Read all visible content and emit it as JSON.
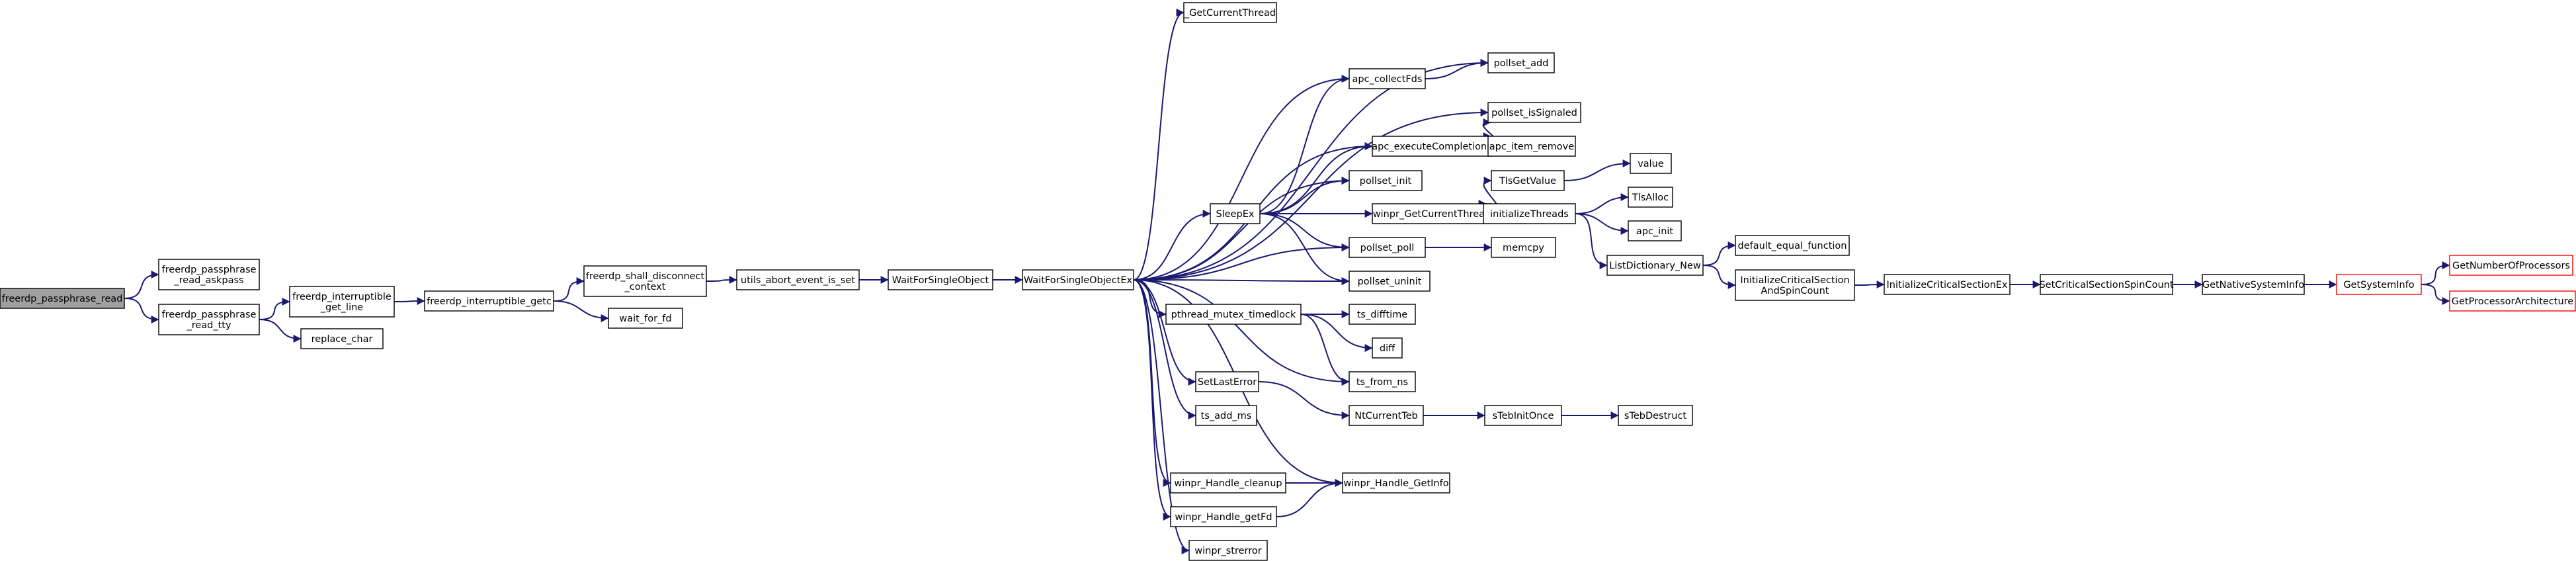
{
  "colors": {
    "edge": "#191970",
    "node_border": "#000000",
    "node_fill": "#ffffff",
    "root_fill": "#a0a0a0",
    "truncated_border": "#ff0000"
  },
  "nodes": {
    "n_read": {
      "lines": [
        "freerdp_passphrase_read"
      ],
      "kind": "root"
    },
    "n_askpass": {
      "lines": [
        "freerdp_passphrase",
        "_read_askpass"
      ]
    },
    "n_tty": {
      "lines": [
        "freerdp_passphrase",
        "_read_tty"
      ]
    },
    "n_getline": {
      "lines": [
        "freerdp_interruptible",
        "_get_line"
      ]
    },
    "n_replace": {
      "lines": [
        "replace_char"
      ]
    },
    "n_getc": {
      "lines": [
        "freerdp_interruptible_getc"
      ]
    },
    "n_shall": {
      "lines": [
        "freerdp_shall_disconnect",
        "_context"
      ]
    },
    "n_waitfd": {
      "lines": [
        "wait_for_fd"
      ]
    },
    "n_abort": {
      "lines": [
        "utils_abort_event_is_set"
      ]
    },
    "n_wso": {
      "lines": [
        "WaitForSingleObject"
      ]
    },
    "n_wsoex": {
      "lines": [
        "WaitForSingleObjectEx"
      ]
    },
    "n_getcur": {
      "lines": [
        "_GetCurrentThread"
      ]
    },
    "n_collect": {
      "lines": [
        "apc_collectFds"
      ]
    },
    "n_pset_add": {
      "lines": [
        "pollset_add"
      ]
    },
    "n_pset_sig": {
      "lines": [
        "pollset_isSignaled"
      ]
    },
    "n_apcexec": {
      "lines": [
        "apc_executeCompletions"
      ]
    },
    "n_apcremove": {
      "lines": [
        "apc_item_remove"
      ]
    },
    "n_pset_init": {
      "lines": [
        "pollset_init"
      ]
    },
    "n_sleepex": {
      "lines": [
        "SleepEx"
      ]
    },
    "n_winpr_gct": {
      "lines": [
        "winpr_GetCurrentThread"
      ]
    },
    "n_tlsget": {
      "lines": [
        "TlsGetValue"
      ]
    },
    "n_value": {
      "lines": [
        "value"
      ]
    },
    "n_initthreads": {
      "lines": [
        "initializeThreads"
      ]
    },
    "n_tlsalloc": {
      "lines": [
        "TlsAlloc"
      ]
    },
    "n_apcinit": {
      "lines": [
        "apc_init"
      ]
    },
    "n_pset_poll": {
      "lines": [
        "pollset_poll"
      ]
    },
    "n_memcpy": {
      "lines": [
        "memcpy"
      ]
    },
    "n_listdict": {
      "lines": [
        "ListDictionary_New"
      ]
    },
    "n_defeq": {
      "lines": [
        "default_equal_function"
      ]
    },
    "n_pset_uninit": {
      "lines": [
        "pollset_uninit"
      ]
    },
    "n_initcs": {
      "lines": [
        "InitializeCriticalSection",
        "AndSpinCount"
      ]
    },
    "n_initcsex": {
      "lines": [
        "InitializeCriticalSectionEx"
      ]
    },
    "n_setspin": {
      "lines": [
        "SetCriticalSectionSpinCount"
      ]
    },
    "n_getnative": {
      "lines": [
        "GetNativeSystemInfo"
      ]
    },
    "n_getsys": {
      "lines": [
        "GetSystemInfo"
      ],
      "kind": "truncated"
    },
    "n_getnumproc": {
      "lines": [
        "GetNumberOfProcessors"
      ],
      "kind": "truncated"
    },
    "n_getprocarch": {
      "lines": [
        "GetProcessorArchitecture"
      ],
      "kind": "truncated"
    },
    "n_mutex": {
      "lines": [
        "pthread_mutex_timedlock"
      ]
    },
    "n_difftime": {
      "lines": [
        "ts_difftime"
      ]
    },
    "n_diff": {
      "lines": [
        "diff"
      ]
    },
    "n_fromns": {
      "lines": [
        "ts_from_ns"
      ]
    },
    "n_setlasterr": {
      "lines": [
        "SetLastError"
      ]
    },
    "n_ntcur": {
      "lines": [
        "NtCurrentTeb"
      ]
    },
    "n_teb_init": {
      "lines": [
        "sTebInitOnce"
      ]
    },
    "n_teb_destruct": {
      "lines": [
        "sTebDestruct"
      ]
    },
    "n_addms": {
      "lines": [
        "ts_add_ms"
      ]
    },
    "n_cleanup": {
      "lines": [
        "winpr_Handle_cleanup"
      ]
    },
    "n_getinfo": {
      "lines": [
        "winpr_Handle_GetInfo"
      ]
    },
    "n_getfd": {
      "lines": [
        "winpr_Handle_getFd"
      ]
    },
    "n_strerror": {
      "lines": [
        "winpr_strerror"
      ]
    }
  },
  "edges": [
    [
      "n_read",
      "n_askpass"
    ],
    [
      "n_read",
      "n_tty"
    ],
    [
      "n_tty",
      "n_getline"
    ],
    [
      "n_tty",
      "n_replace"
    ],
    [
      "n_getline",
      "n_getc"
    ],
    [
      "n_getc",
      "n_shall"
    ],
    [
      "n_getc",
      "n_waitfd"
    ],
    [
      "n_shall",
      "n_abort"
    ],
    [
      "n_abort",
      "n_wso"
    ],
    [
      "n_wso",
      "n_wsoex"
    ],
    [
      "n_wsoex",
      "n_getcur"
    ],
    [
      "n_wsoex",
      "n_pset_add"
    ],
    [
      "n_wsoex",
      "n_collect"
    ],
    [
      "n_wsoex",
      "n_pset_sig"
    ],
    [
      "n_wsoex",
      "n_apcexec"
    ],
    [
      "n_wsoex",
      "n_pset_init"
    ],
    [
      "n_wsoex",
      "n_sleepex"
    ],
    [
      "n_wsoex",
      "n_pset_poll"
    ],
    [
      "n_wsoex",
      "n_pset_uninit"
    ],
    [
      "n_wsoex",
      "n_mutex"
    ],
    [
      "n_wsoex",
      "n_fromns"
    ],
    [
      "n_wsoex",
      "n_setlasterr"
    ],
    [
      "n_wsoex",
      "n_addms"
    ],
    [
      "n_wsoex",
      "n_getinfo"
    ],
    [
      "n_wsoex",
      "n_cleanup"
    ],
    [
      "n_wsoex",
      "n_getfd"
    ],
    [
      "n_wsoex",
      "n_strerror"
    ],
    [
      "n_collect",
      "n_pset_add"
    ],
    [
      "n_apcexec",
      "n_pset_sig"
    ],
    [
      "n_apcexec",
      "n_apcremove"
    ],
    [
      "n_sleepex",
      "n_collect"
    ],
    [
      "n_sleepex",
      "n_apcexec"
    ],
    [
      "n_sleepex",
      "n_pset_init"
    ],
    [
      "n_sleepex",
      "n_winpr_gct"
    ],
    [
      "n_sleepex",
      "n_pset_poll"
    ],
    [
      "n_sleepex",
      "n_pset_uninit"
    ],
    [
      "n_winpr_gct",
      "n_tlsget"
    ],
    [
      "n_winpr_gct",
      "n_initthreads"
    ],
    [
      "n_tlsget",
      "n_value"
    ],
    [
      "n_initthreads",
      "n_tlsalloc"
    ],
    [
      "n_initthreads",
      "n_apcinit"
    ],
    [
      "n_initthreads",
      "n_listdict"
    ],
    [
      "n_pset_poll",
      "n_memcpy"
    ],
    [
      "n_listdict",
      "n_defeq"
    ],
    [
      "n_listdict",
      "n_initcs"
    ],
    [
      "n_initcs",
      "n_initcsex"
    ],
    [
      "n_initcsex",
      "n_setspin"
    ],
    [
      "n_setspin",
      "n_getnative"
    ],
    [
      "n_getnative",
      "n_getsys"
    ],
    [
      "n_getsys",
      "n_getnumproc"
    ],
    [
      "n_getsys",
      "n_getprocarch"
    ],
    [
      "n_mutex",
      "n_difftime"
    ],
    [
      "n_mutex",
      "n_diff"
    ],
    [
      "n_mutex",
      "n_fromns"
    ],
    [
      "n_setlasterr",
      "n_ntcur"
    ],
    [
      "n_ntcur",
      "n_teb_init"
    ],
    [
      "n_teb_init",
      "n_teb_destruct"
    ],
    [
      "n_cleanup",
      "n_getinfo"
    ],
    [
      "n_getfd",
      "n_getinfo"
    ]
  ]
}
